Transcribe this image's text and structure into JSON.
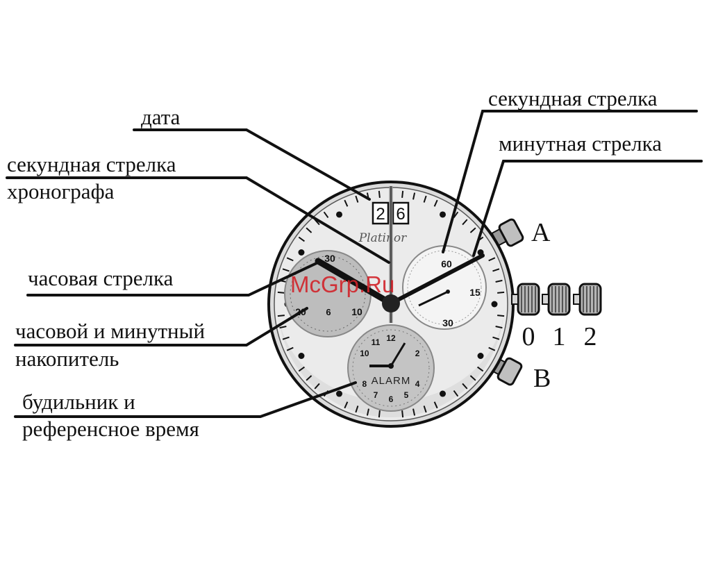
{
  "labels": {
    "date": "дата",
    "chrono_second_line1": "секундная стрелка",
    "chrono_second_line2": "хронографа",
    "hour_hand": "часовая стрелка",
    "totalizer_line1": "часовой и минутный",
    "totalizer_line2": "накопитель",
    "alarm_line1": "будильник и",
    "alarm_line2": "референсное время",
    "second_hand": "секундная стрелка",
    "minute_hand": "минутная стрелка"
  },
  "pushers": {
    "a": "A",
    "b": "B"
  },
  "crown_positions": [
    "0",
    "1",
    "2"
  ],
  "dial": {
    "brand": "Platinor",
    "date_digits": [
      "2",
      "6"
    ],
    "seconds_subdial": [
      "60",
      "15",
      "30"
    ],
    "totalizer_subdial": [
      "30",
      "20",
      "10",
      "6"
    ],
    "alarm_subdial": {
      "label": "ALARM",
      "numbers": [
        "12",
        "2",
        "4",
        "5",
        "6",
        "7",
        "8",
        "10",
        "11"
      ]
    }
  },
  "watermark": "McGrp.Ru",
  "colors": {
    "ink": "#111111",
    "dial": "#e9e9e9",
    "subdial": "#bdbdbd",
    "watermark": "#d2232a"
  }
}
